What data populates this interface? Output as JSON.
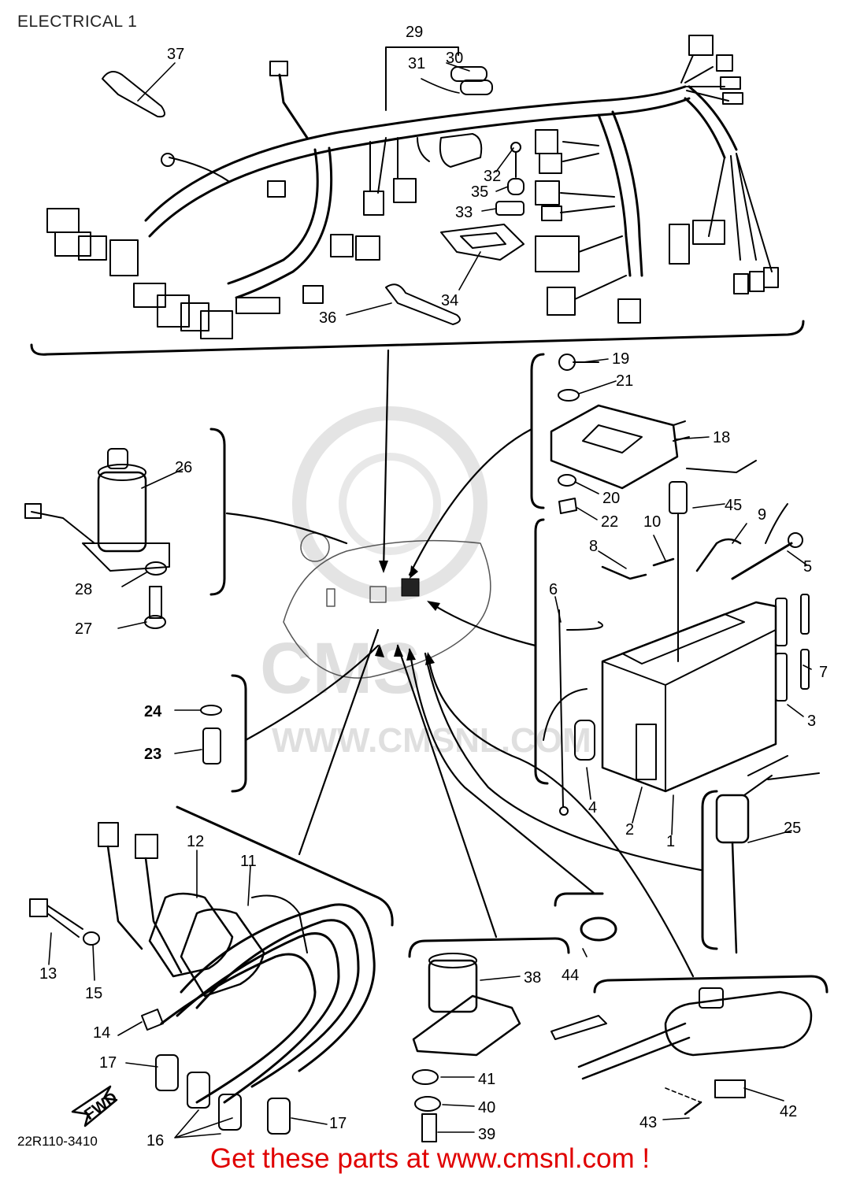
{
  "header": {
    "title": "ELECTRICAL 1"
  },
  "diagram_code": "22R110-3410",
  "promo_text": "Get these parts at www.cmsnl.com !",
  "watermark": {
    "brand": "CMS",
    "url": "WWW.CMSNL.COM"
  },
  "callouts": {
    "p1": "1",
    "p2": "2",
    "p3": "3",
    "p4": "4",
    "p5": "5",
    "p6": "6",
    "p7": "7",
    "p8": "8",
    "p9": "9",
    "p10": "10",
    "p11": "11",
    "p12": "12",
    "p13": "13",
    "p14": "14",
    "p15": "15",
    "p16": "16",
    "p17a": "17",
    "p17b": "17",
    "p18": "18",
    "p19": "19",
    "p20": "20",
    "p21": "21",
    "p22": "22",
    "p23": "23",
    "p24": "24",
    "p25": "25",
    "p26": "26",
    "p27": "27",
    "p28": "28",
    "p29": "29",
    "p30": "30",
    "p31": "31",
    "p32": "32",
    "p33": "33",
    "p34": "34",
    "p35": "35",
    "p36": "36",
    "p37": "37",
    "p38": "38",
    "p39": "39",
    "p40": "40",
    "p41": "41",
    "p42": "42",
    "p43": "43",
    "p44": "44",
    "p45": "45"
  },
  "fwd_label": "FWD"
}
